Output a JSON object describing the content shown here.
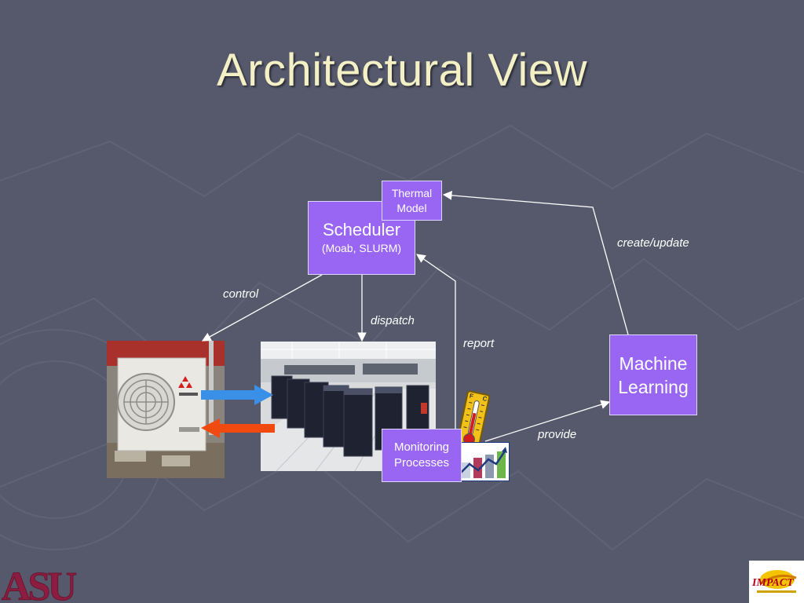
{
  "slide": {
    "title": "Architectural View"
  },
  "nodes": {
    "scheduler": {
      "title": "Scheduler",
      "subtitle": "(Moab, SLURM)"
    },
    "thermal_model": {
      "line1": "Thermal",
      "line2": "Model"
    },
    "monitoring": {
      "line1": "Monitoring",
      "line2": "Processes"
    },
    "machine_learning": {
      "line1": "Machine",
      "line2": "Learning"
    }
  },
  "edges": {
    "control": "control",
    "dispatch": "dispatch",
    "report": "report",
    "create_update": "create/update",
    "provide": "provide"
  },
  "thermometer": {
    "f_label": "F",
    "c_label": "C"
  },
  "logos": {
    "asu_text": "ASU",
    "impact_text": "IMPACT"
  },
  "colors": {
    "background": "#55596b",
    "node_fill": "#9966f4",
    "title_text": "#f4f0c6",
    "cold_air_arrow": "#3a8fe6",
    "hot_air_arrow": "#f04a10",
    "asu_maroon": "#8c1d40"
  }
}
